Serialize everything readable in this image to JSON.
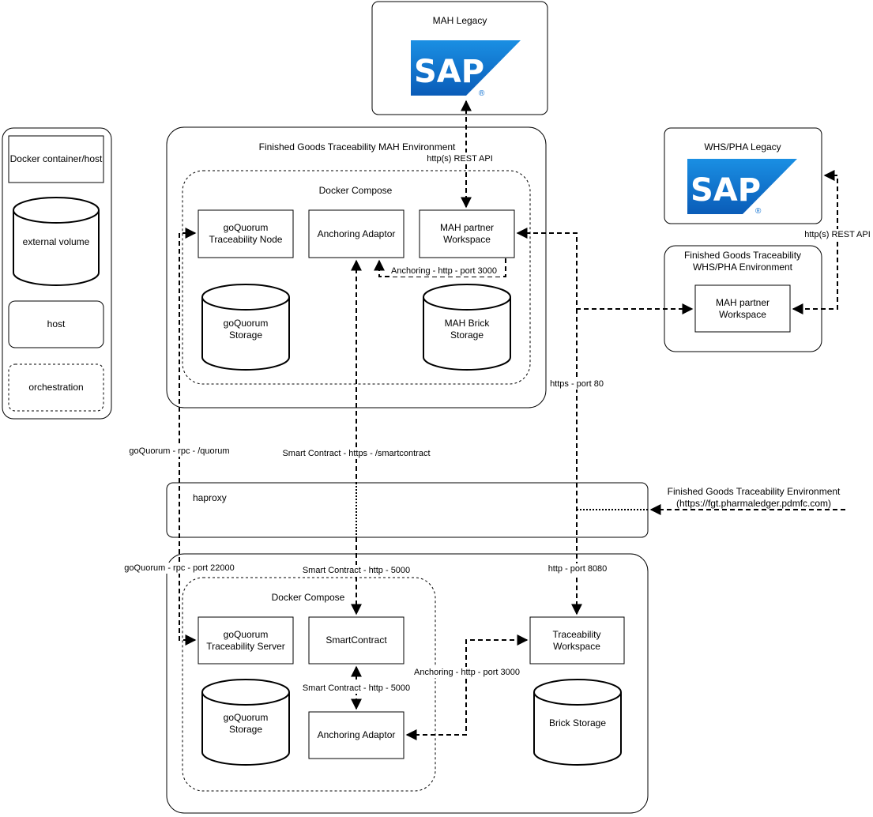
{
  "legend": {
    "container": "Docker container/host",
    "volume": "external volume",
    "host": "host",
    "orchestration": "orchestration"
  },
  "mah_legacy": {
    "title": "MAH Legacy",
    "logo_text": "SAP",
    "logo_reg": "®"
  },
  "whs_legacy": {
    "title": "WHS/PHA Legacy",
    "logo_text": "SAP",
    "logo_reg": "®"
  },
  "mah_env": {
    "title": "Finished Goods Traceability MAH Environment",
    "compose": "Docker Compose",
    "node": [
      "goQuorum",
      "Traceability Node"
    ],
    "anchoring": "Anchoring Adaptor",
    "workspace": [
      "MAH partner",
      "Workspace"
    ],
    "quorum_storage": [
      "goQuorum",
      "Storage"
    ],
    "brick_storage": [
      "MAH Brick",
      "Storage"
    ]
  },
  "whs_env": {
    "title": [
      "Finished Goods Traceability",
      "WHS/PHA Environment"
    ],
    "workspace": [
      "MAH partner",
      "Workspace"
    ]
  },
  "haproxy": {
    "label": "haproxy"
  },
  "external": {
    "title": "Finished Goods Traceability Environment",
    "url": "(https://fgt.pharmaledger.pdmfc.com)"
  },
  "bottom_env": {
    "compose": "Docker Compose",
    "server": [
      "goQuorum",
      "Traceability Server"
    ],
    "smartcontract": "SmartContract",
    "quorum_storage": [
      "goQuorum",
      "Storage"
    ],
    "anchoring": "Anchoring Adaptor",
    "workspace": [
      "Traceability",
      "Workspace"
    ],
    "brick_storage": "Brick Storage"
  },
  "edges": {
    "rest_api_mah": "http(s) REST API",
    "rest_api_whs": "http(s) REST API",
    "anchoring_3000_top": "Anchoring - http - port 3000",
    "https_80": "https - port 80",
    "quorum_rpc": "goQuorum - rpc - /quorum",
    "sc_https": "Smart Contract - https - /smartcontract",
    "quorum_22000": "goQuorum - rpc - port 22000",
    "sc_5000_top": "Smart Contract - http - 5000",
    "http_8080": "http - port 8080",
    "anchoring_3000_bottom": "Anchoring - http - port 3000",
    "sc_5000_bottom": "Smart Contract - http - 5000"
  },
  "colors": {
    "sap_blue": "#0a6ed1",
    "line": "#000000",
    "background": "#ffffff"
  }
}
